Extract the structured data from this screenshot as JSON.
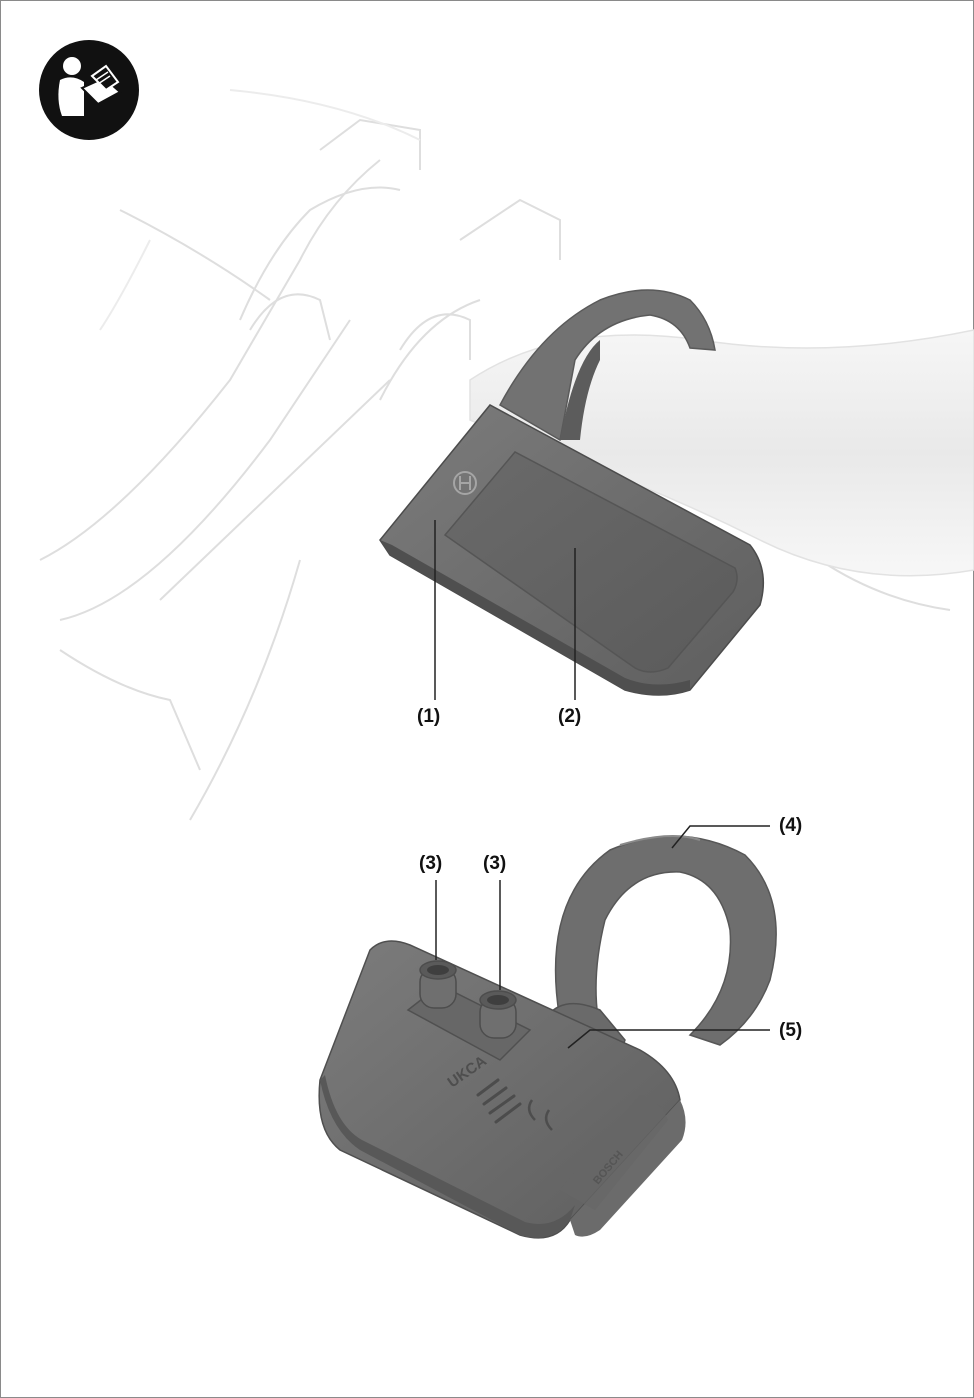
{
  "callouts": {
    "c1": "(1)",
    "c2": "(2)",
    "c3a": "(3)",
    "c3b": "(3)",
    "c4": "(4)",
    "c5": "(5)"
  },
  "product_markings": {
    "conformity_mark": "UKCA",
    "brand": "BOSCH"
  },
  "icons": {
    "manual": "read-manual-icon"
  },
  "colors": {
    "device_gray": "#6f6f6f",
    "device_dark": "#555555",
    "ghost_line": "#d8d8d8",
    "text": "#111111"
  }
}
